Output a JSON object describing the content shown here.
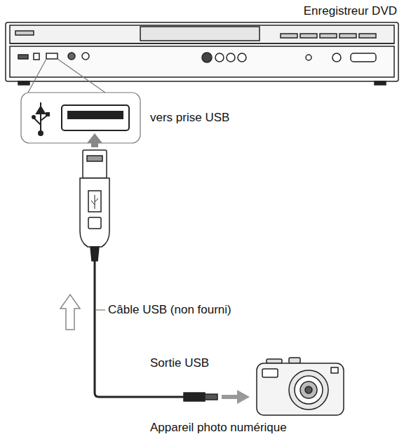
{
  "diagram": {
    "labels": [
      "Enregistreur DVD",
      "vers prise USB",
      "Câble USB (non fourni)",
      "Sortie USB",
      "Appareil photo numérique"
    ]
  }
}
